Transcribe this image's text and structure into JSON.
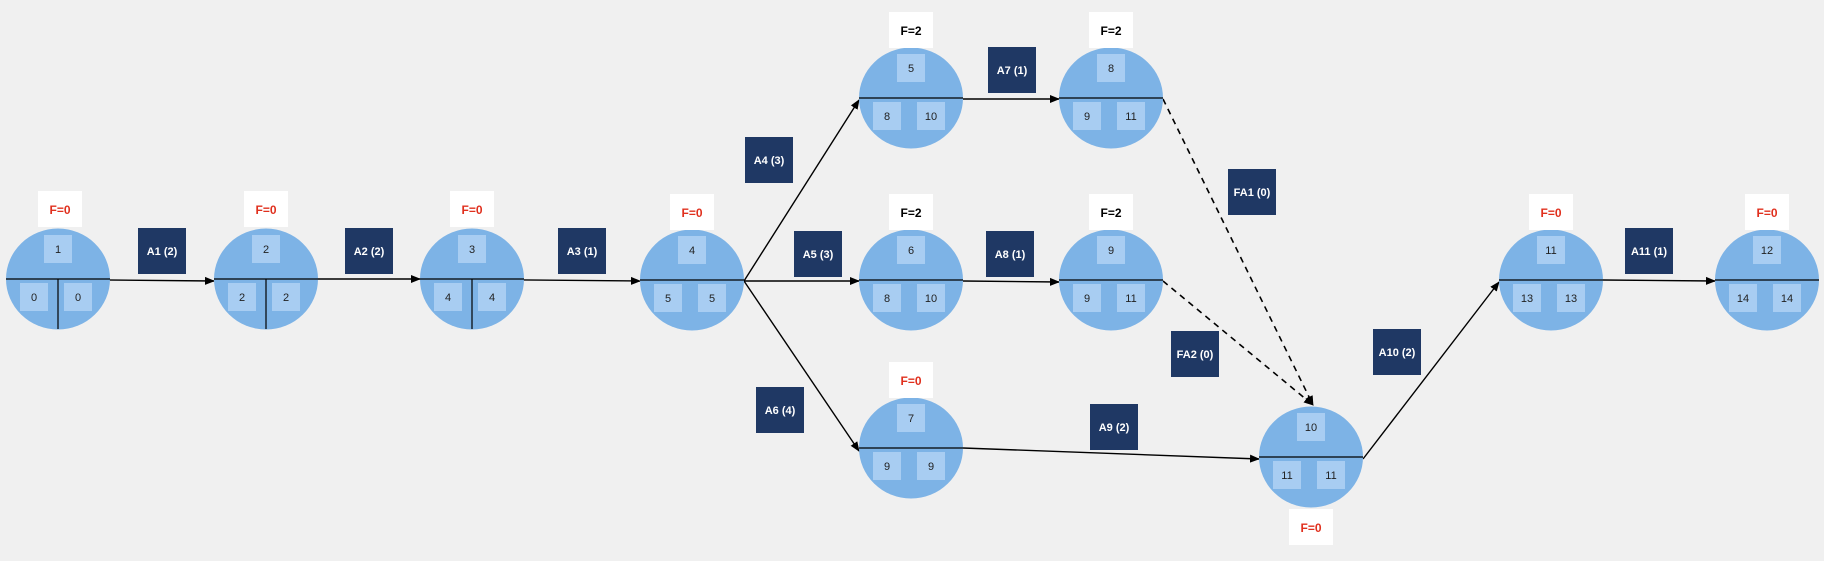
{
  "colors": {
    "background": "#f0f0f0",
    "node_fill": "#7db3e6",
    "node_stroke": "#5f9fd8",
    "sticky_fill": "#a8cdf2",
    "activity_label_fill": "#1f3864",
    "activity_label_text": "#ffffff",
    "float_critical": "#e0301e",
    "float_normal": "#000000",
    "arrow": "#000000"
  },
  "nodes": [
    {
      "id": 1,
      "es": 0,
      "ef": 0,
      "float": "F=0",
      "critical": true
    },
    {
      "id": 2,
      "es": 2,
      "ef": 2,
      "float": "F=0",
      "critical": true
    },
    {
      "id": 3,
      "es": 4,
      "ef": 4,
      "float": "F=0",
      "critical": true
    },
    {
      "id": 4,
      "es": 5,
      "ef": 5,
      "float": "F=0",
      "critical": true
    },
    {
      "id": 5,
      "es": 8,
      "ef": 10,
      "float": "F=2",
      "critical": false
    },
    {
      "id": 6,
      "es": 8,
      "ef": 10,
      "float": "F=2",
      "critical": false
    },
    {
      "id": 7,
      "es": 9,
      "ef": 9,
      "float": "F=0",
      "critical": true
    },
    {
      "id": 8,
      "es": 9,
      "ef": 11,
      "float": "F=2",
      "critical": false
    },
    {
      "id": 9,
      "es": 9,
      "ef": 11,
      "float": "F=2",
      "critical": false
    },
    {
      "id": 10,
      "es": 11,
      "ef": 11,
      "float": "F=0",
      "critical": true
    },
    {
      "id": 11,
      "es": 13,
      "ef": 13,
      "float": "F=0",
      "critical": true
    },
    {
      "id": 12,
      "es": 14,
      "ef": 14,
      "float": "F=0",
      "critical": true
    }
  ],
  "activities": [
    {
      "label": "A1 (2)",
      "from": 1,
      "to": 2,
      "dashed": false
    },
    {
      "label": "A2 (2)",
      "from": 2,
      "to": 3,
      "dashed": false
    },
    {
      "label": "A3 (1)",
      "from": 3,
      "to": 4,
      "dashed": false
    },
    {
      "label": "A4 (3)",
      "from": 4,
      "to": 5,
      "dashed": false
    },
    {
      "label": "A5 (3)",
      "from": 4,
      "to": 6,
      "dashed": false
    },
    {
      "label": "A6 (4)",
      "from": 4,
      "to": 7,
      "dashed": false
    },
    {
      "label": "A7 (1)",
      "from": 5,
      "to": 8,
      "dashed": false
    },
    {
      "label": "A8 (1)",
      "from": 6,
      "to": 9,
      "dashed": false
    },
    {
      "label": "A9 (2)",
      "from": 7,
      "to": 10,
      "dashed": false
    },
    {
      "label": "FA1 (0)",
      "from": 8,
      "to": 10,
      "dashed": true
    },
    {
      "label": "FA2 (0)",
      "from": 9,
      "to": 10,
      "dashed": true
    },
    {
      "label": "A10 (2)",
      "from": 10,
      "to": 11,
      "dashed": false
    },
    {
      "label": "A11 (1)",
      "from": 11,
      "to": 12,
      "dashed": false
    }
  ]
}
